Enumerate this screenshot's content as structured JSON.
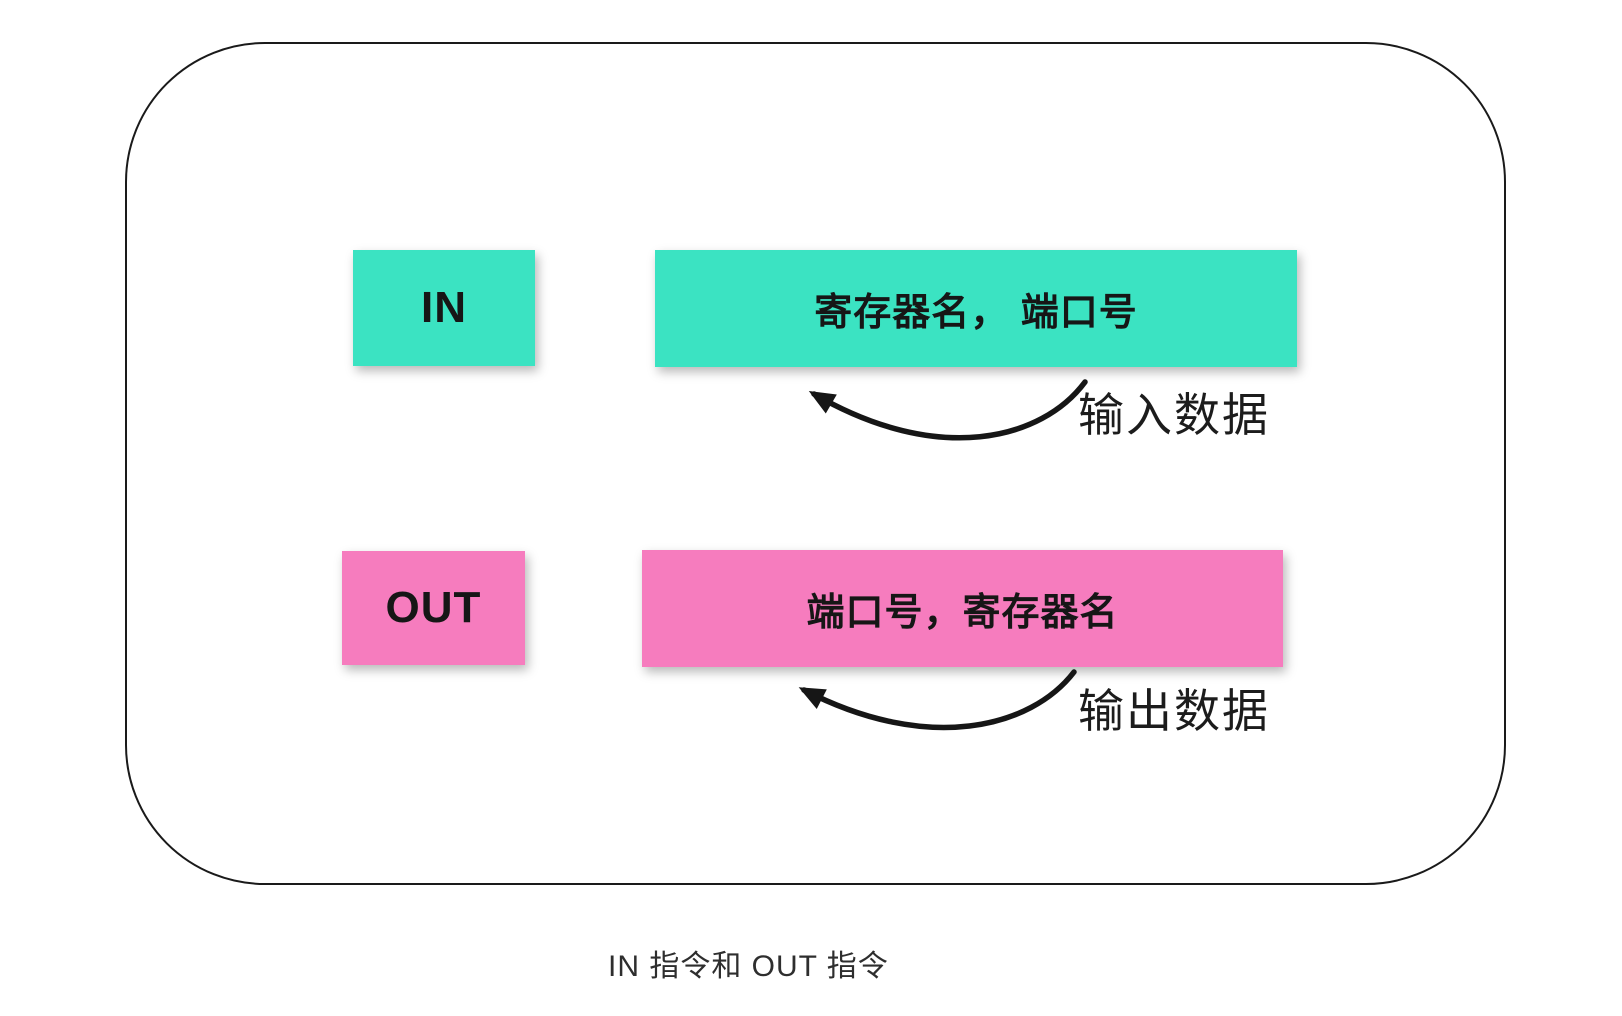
{
  "diagram": {
    "caption": "IN 指令和 OUT 指令",
    "rows": [
      {
        "instruction": "IN",
        "operands": "寄存器名， 端口号",
        "annotation": "输入数据",
        "fill": "#3be3c2"
      },
      {
        "instruction": "OUT",
        "operands": "端口号，寄存器名",
        "annotation": "输出数据",
        "fill": "#f67cbe"
      }
    ],
    "colors": {
      "frame_border": "#1a1a1a",
      "text": "#161616",
      "arrow": "#161616",
      "background": "#ffffff"
    }
  }
}
